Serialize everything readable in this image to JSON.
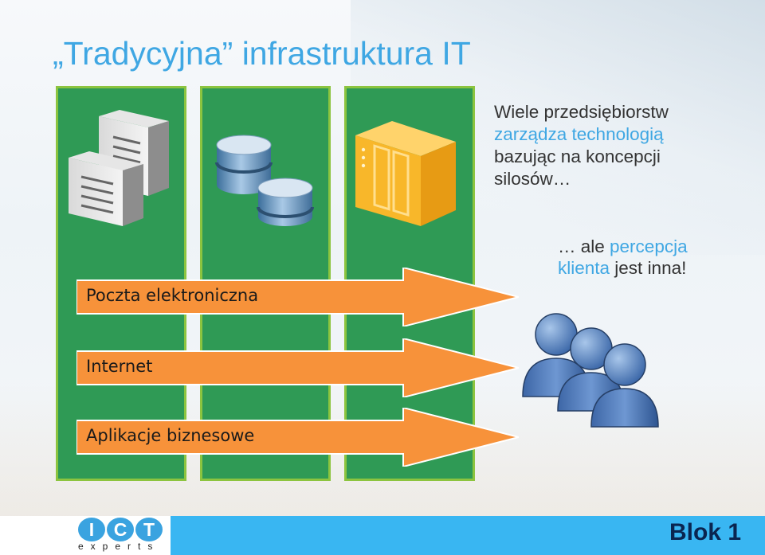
{
  "title": "„Tradycyjna” infrastruktura IT",
  "silos": [
    {
      "icon": "server-icon"
    },
    {
      "icon": "database-icon"
    },
    {
      "icon": "cabinet-icon"
    }
  ],
  "arrows": [
    {
      "label": "Poczta elektroniczna"
    },
    {
      "label": "Internet"
    },
    {
      "label": "Aplikacje biznesowe"
    }
  ],
  "text1": {
    "line1": "Wiele przedsiębiorstw",
    "line2_blue": "zarządza technologią",
    "line3": "bazując na koncepcji",
    "line4": "silosów…"
  },
  "text2": {
    "part1": "… ale ",
    "part2_blue": "percepcja",
    "part3_blue": "klienta",
    "part4": " jest inna!"
  },
  "footer": {
    "logo_letters": [
      "I",
      "C",
      "T"
    ],
    "logo_sub": "experts",
    "blok": "Blok 1"
  },
  "colors": {
    "accent": "#3fa7e3",
    "silo": "#2f9a55",
    "silo_border": "#8cc43f",
    "arrow": "#f7923a",
    "footer_bar": "#39b6f2"
  }
}
